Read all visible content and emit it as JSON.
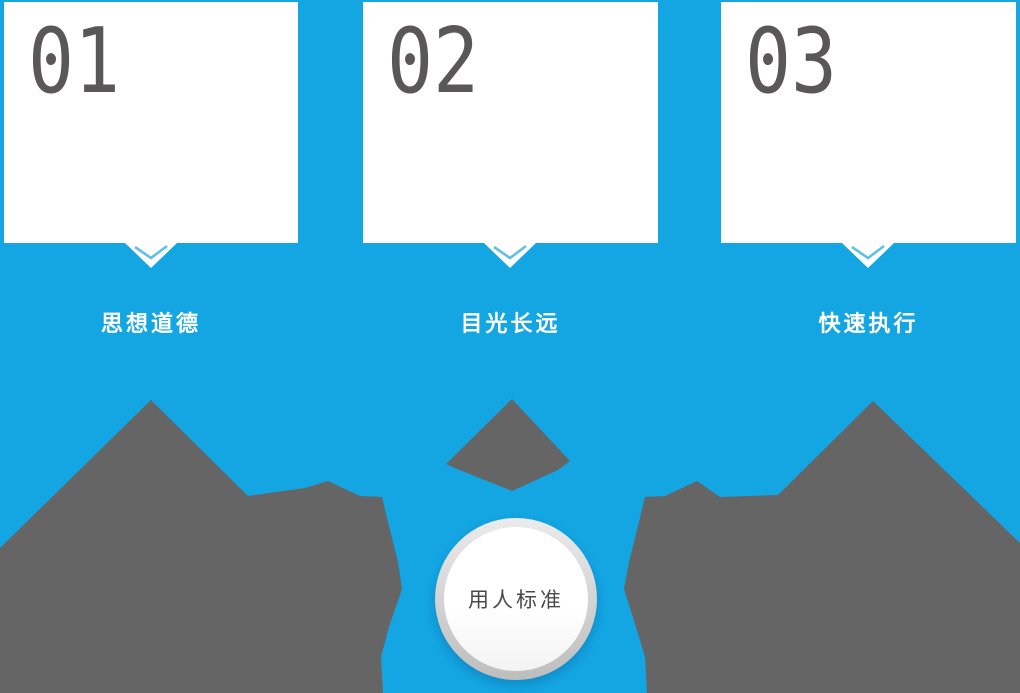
{
  "colors": {
    "background": "#14a5e3",
    "shape": "#656565",
    "card": "#ffffff",
    "number": "#595757",
    "label": "#ffffff",
    "chevron": "#5fc0e9",
    "ring-top": "#ebebeb",
    "ring-bottom": "#bdbdbd",
    "circle-text": "#4a4a4a"
  },
  "cards": [
    {
      "number": "01",
      "label": "思想道德"
    },
    {
      "number": "02",
      "label": "目光长远"
    },
    {
      "number": "03",
      "label": "快速执行"
    }
  ],
  "circle": {
    "label": "用人标准"
  }
}
